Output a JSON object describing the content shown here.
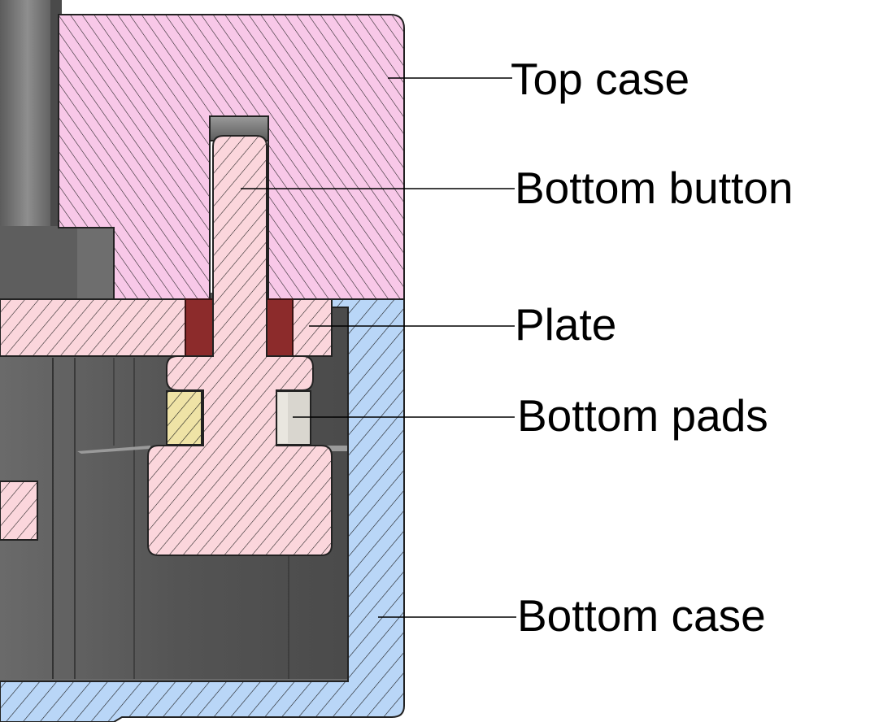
{
  "labels": {
    "top_case": "Top case",
    "bottom_button": "Bottom button",
    "plate": "Plate",
    "bottom_pads": "Bottom pads",
    "bottom_case": "Bottom case"
  },
  "colors": {
    "top_case_fill": "#f8c8e8",
    "button_plate_fill": "#fbd6dc",
    "bottom_case_fill": "#b9d6f7",
    "pad_left_fill": "#efe3a6",
    "pad_right_fill": "#d9d6cf",
    "sleeve_fill": "#8c2b2b",
    "cavity_fill": "#5a5a5a",
    "hatch": "#1a1a1a"
  }
}
